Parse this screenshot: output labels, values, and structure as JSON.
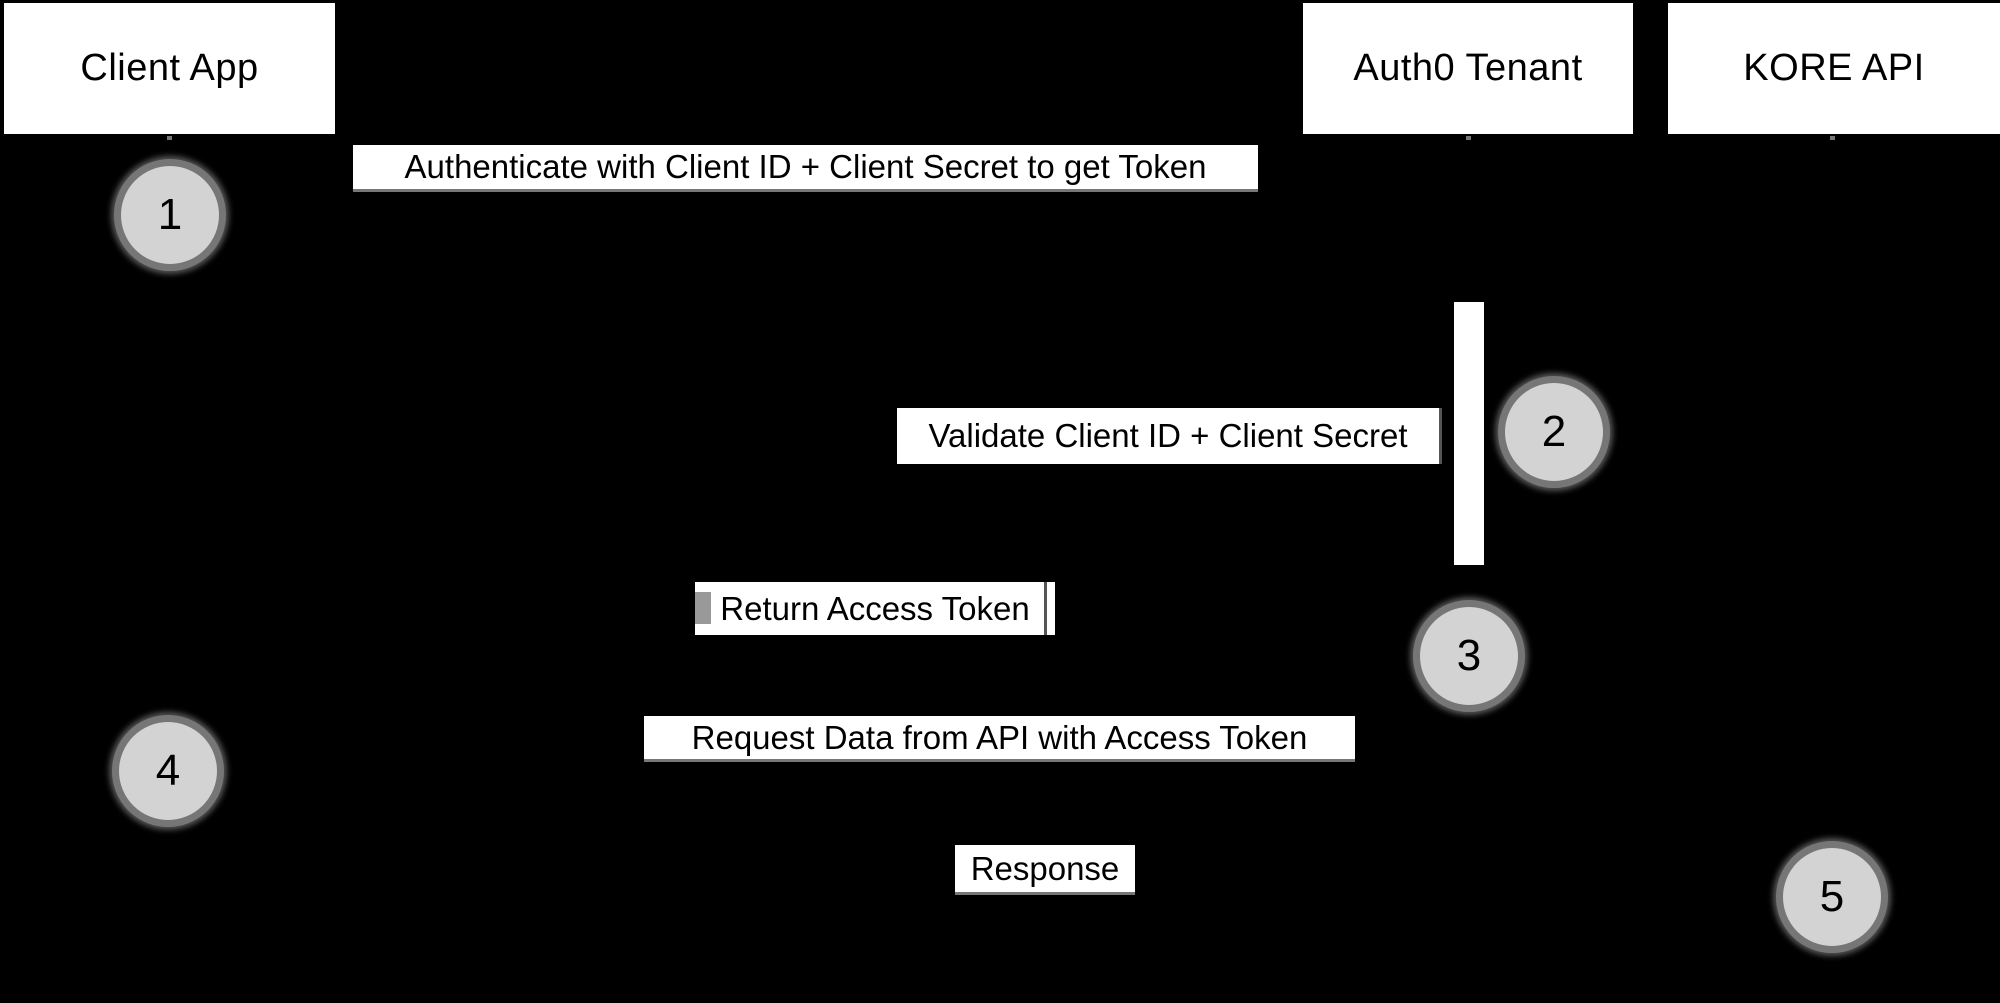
{
  "diagram": {
    "type": "sequence-diagram",
    "background_color": "#000000",
    "actors": [
      {
        "label": "Client App"
      },
      {
        "label": "Auth0 Tenant"
      },
      {
        "label": "KORE API"
      }
    ],
    "steps": [
      {
        "number": "1",
        "label": "Authenticate with Client ID + Client Secret to get Token",
        "from": "Client App",
        "to": "Auth0 Tenant"
      },
      {
        "number": "2",
        "label": "Validate Client ID + Client Secret",
        "from": "Auth0 Tenant",
        "to": "Auth0 Tenant"
      },
      {
        "number": "3",
        "label": "Return Access Token",
        "from": "Auth0 Tenant",
        "to": "Client App"
      },
      {
        "number": "4",
        "label": "Request Data from API with Access Token",
        "from": "Client App",
        "to": "KORE API"
      },
      {
        "number": "5",
        "label": "Response",
        "from": "KORE API",
        "to": "Client App"
      }
    ],
    "colors": {
      "actor_box_fill": "#ffffff",
      "actor_box_text": "#000000",
      "message_label_fill": "#ffffff",
      "message_label_text": "#000000",
      "step_circle_fill": "#d3d3d3",
      "step_circle_border": "#767676",
      "step_number_text": "#000000",
      "activation_bar_fill": "#ffffff",
      "line_remnant": "#777777"
    }
  }
}
